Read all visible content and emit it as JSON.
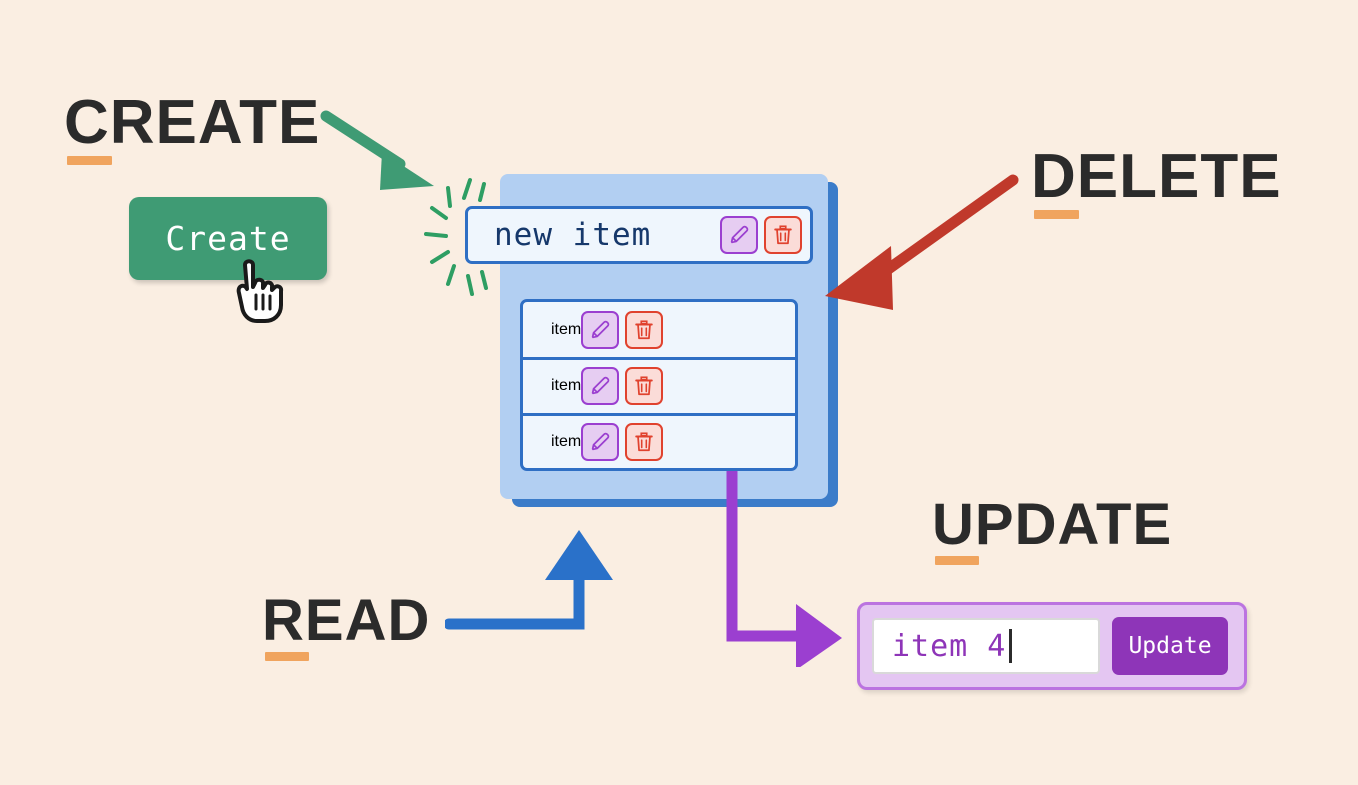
{
  "theme": {
    "background": "#faeee2",
    "label_color": "#2b2b2b",
    "underline_color": "#f0a45e",
    "create_green": "#3f9b74",
    "delete_red": "#c0392b",
    "read_blue": "#3b7cc9",
    "update_purple": "#9b3fd0",
    "panel_blue": "#b2cff2",
    "panel_border_blue": "#2f6fc4",
    "row_bg": "#eff6fd",
    "row_text": "#16386b"
  },
  "labels": {
    "create": "CREATE",
    "delete": "DELETE",
    "read": "READ",
    "update": "UPDATE"
  },
  "create": {
    "button_label": "Create",
    "cursor_icon": "pointer-hand-cursor-icon",
    "arrow_icon": "arrow-diagonal-down-right-icon",
    "sparkle_icon": "sparkle-burst-icon"
  },
  "list": {
    "new_item": {
      "text": "new item",
      "edit_icon": "pencil-icon",
      "delete_icon": "trash-icon"
    },
    "items": [
      {
        "text": "item",
        "edit_icon": "pencil-icon",
        "delete_icon": "trash-icon"
      },
      {
        "text": "item",
        "edit_icon": "pencil-icon",
        "delete_icon": "trash-icon"
      },
      {
        "text": "item",
        "edit_icon": "pencil-icon",
        "delete_icon": "trash-icon"
      }
    ]
  },
  "update": {
    "input_value": "item 4",
    "button_label": "Update",
    "arrow_icon": "arrow-elbow-down-right-icon"
  },
  "read": {
    "arrow_icon": "arrow-elbow-right-up-icon"
  },
  "delete": {
    "arrow_icon": "arrow-diagonal-down-left-icon"
  }
}
